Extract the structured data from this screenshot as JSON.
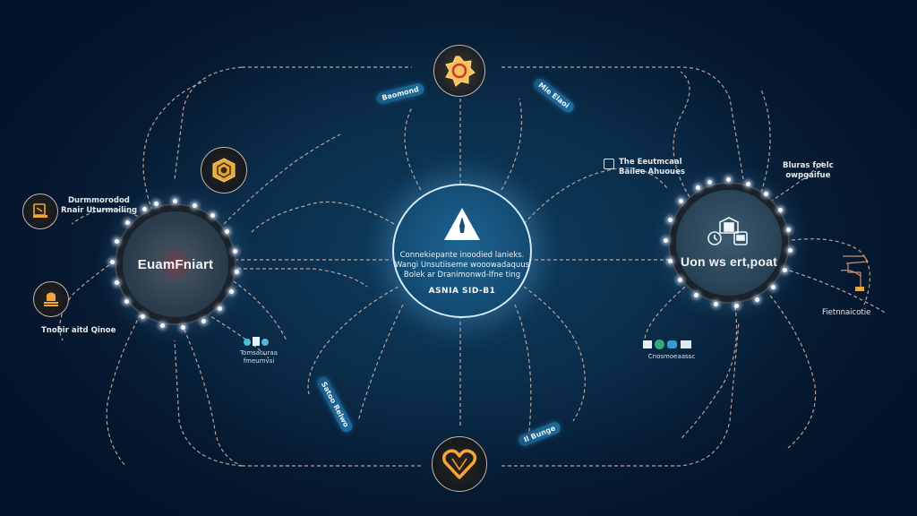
{
  "diagram": {
    "type": "network-hub-diagram",
    "background_color": "#0a2d4a",
    "line_color": "#d9b8a8",
    "accent_color": "#f2a23a",
    "hubs": {
      "left": {
        "title": "EuamFniart"
      },
      "center": {
        "icon": "warning-triangle-icon",
        "lines": [
          "Connekiepante inoodied lanieks.",
          "Wangi Unsutiiseme wooowadaquus",
          "Bolek ar Dranimonwd-Ifne ting"
        ],
        "code": "ASNIA SID-B1"
      },
      "right": {
        "icon": "devices-cluster-icon",
        "title": "Uon ws ert,poat"
      }
    },
    "satellites": {
      "top": {
        "icon": "star-badge-icon"
      },
      "bottom": {
        "icon": "heart-icon"
      },
      "upper_left": {
        "icon": "hexagon-shield-icon"
      },
      "left_upper": {
        "icon": "document-icon",
        "label_lines": [
          "Durmmorodod",
          "Rnair Uturmailing"
        ]
      },
      "left_lower": {
        "icon": "stamp-icon",
        "label": "Tnobir aitd Qinoe"
      }
    },
    "arc_labels": {
      "top_left": "Baomond",
      "top_right": "Mie Elaoi",
      "bottom_left": "Satoo Relwo",
      "bottom_right": "Il Bunge"
    },
    "side_labels": {
      "right_upper_box": [
        "The Eeutmcaal",
        "Bailee Ahuoues"
      ],
      "right_far": [
        "Bluras foelc",
        "owpgaifue"
      ],
      "right_machine": "Fietnnaicotie",
      "left_cluster": [
        "Tomsacuraa",
        "fmeumvsi"
      ],
      "right_cluster": "Cnosmoeaassc"
    }
  }
}
